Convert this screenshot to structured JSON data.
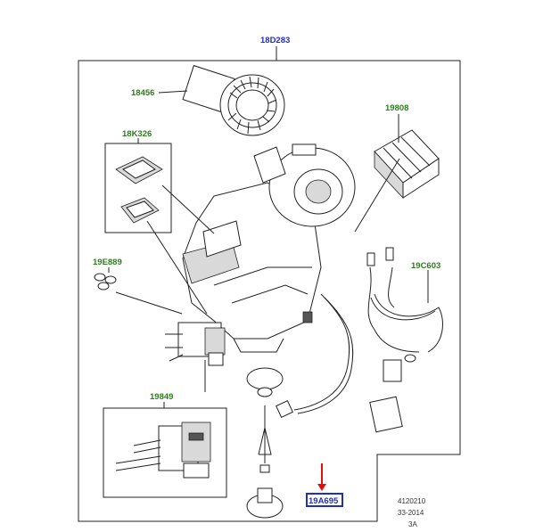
{
  "diagram": {
    "top_label": "18D283",
    "part_labels": {
      "blower": "18456",
      "filter": "19808",
      "seal_kit": "18K326",
      "o_rings": "19E889",
      "harness": "19C603",
      "actuator": "19849",
      "highlight": "19A695"
    },
    "footer": {
      "line1": "4120210",
      "line2": "33-2014",
      "line3": "3A"
    },
    "colors": {
      "label_green": "#2e7d1e",
      "highlight_blue": "#1f2fbf",
      "arrow_red": "#e01010"
    }
  }
}
